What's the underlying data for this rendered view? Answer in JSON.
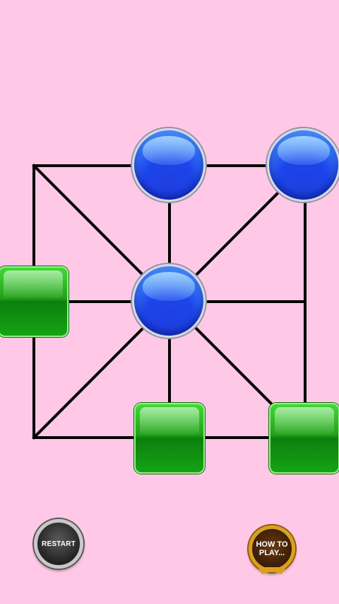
{
  "board": {
    "line_color": "#000000",
    "pieces": [
      {
        "type": "blue-circle",
        "name": "blue-piece-top-middle"
      },
      {
        "type": "blue-circle",
        "name": "blue-piece-top-right"
      },
      {
        "type": "blue-circle",
        "name": "blue-piece-center"
      },
      {
        "type": "green-square",
        "name": "green-piece-middle-left"
      },
      {
        "type": "green-square",
        "name": "green-piece-bottom-middle"
      },
      {
        "type": "green-square",
        "name": "green-piece-bottom-right"
      }
    ]
  },
  "buttons": {
    "restart_label": "RESTART",
    "howto_label": "HOW TO PLAY..."
  },
  "colors": {
    "background": "#ffc8e6",
    "blue_piece": "#2050ee",
    "green_piece": "#1fa11a"
  }
}
